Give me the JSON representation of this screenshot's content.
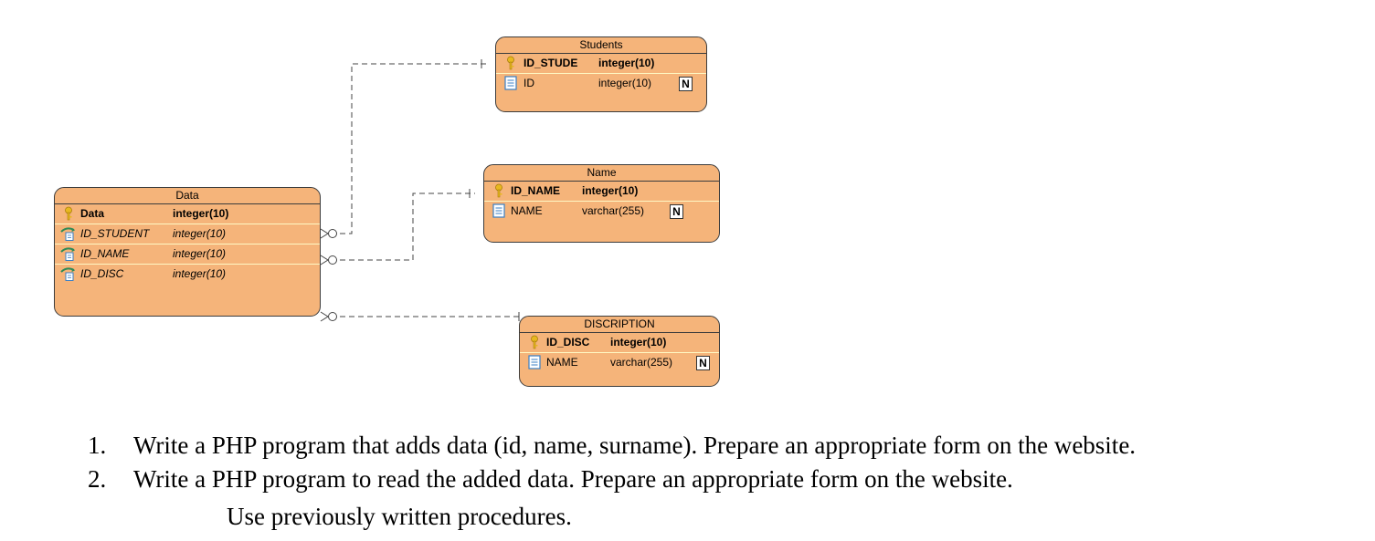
{
  "entities": {
    "students": {
      "title": "Students",
      "pk": {
        "name": "ID_STUDE",
        "type": "integer(10)"
      },
      "columns": [
        {
          "name": "ID",
          "type": "integer(10)",
          "nullable_badge": "N"
        }
      ]
    },
    "name": {
      "title": "Name",
      "pk": {
        "name": "ID_NAME",
        "type": "integer(10)"
      },
      "columns": [
        {
          "name": "NAME",
          "type": "varchar(255)",
          "nullable_badge": "N"
        }
      ]
    },
    "data": {
      "title": "Data",
      "pk": {
        "name": "Data",
        "type": "integer(10)"
      },
      "fks": [
        {
          "name": "ID_STUDENT",
          "type": "integer(10)"
        },
        {
          "name": "ID_NAME",
          "type": "integer(10)"
        },
        {
          "name": "ID_DISC",
          "type": "integer(10)"
        }
      ]
    },
    "discription": {
      "title": "DISCRIPTION",
      "pk": {
        "name": "ID_DISC",
        "type": "integer(10)"
      },
      "columns": [
        {
          "name": "NAME",
          "type": "varchar(255)",
          "nullable_badge": "N"
        }
      ]
    }
  },
  "tasks": [
    {
      "number": "1.",
      "text": "Write a PHP program that adds data (id, name, surname). Prepare an appropriate form on the website."
    },
    {
      "number": "2.",
      "text": "Write a PHP program to read the added data. Prepare an appropriate form on the website."
    }
  ],
  "task_continuation": "Use previously written procedures.",
  "colors": {
    "entity_fill": "#f5b47a",
    "entity_border": "#3c3c3c",
    "pk_separator": "#fff8c4",
    "key_icon": "#e8b820",
    "column_icon": "#3a7fc4",
    "fk_arrow": "#2e8b57"
  }
}
